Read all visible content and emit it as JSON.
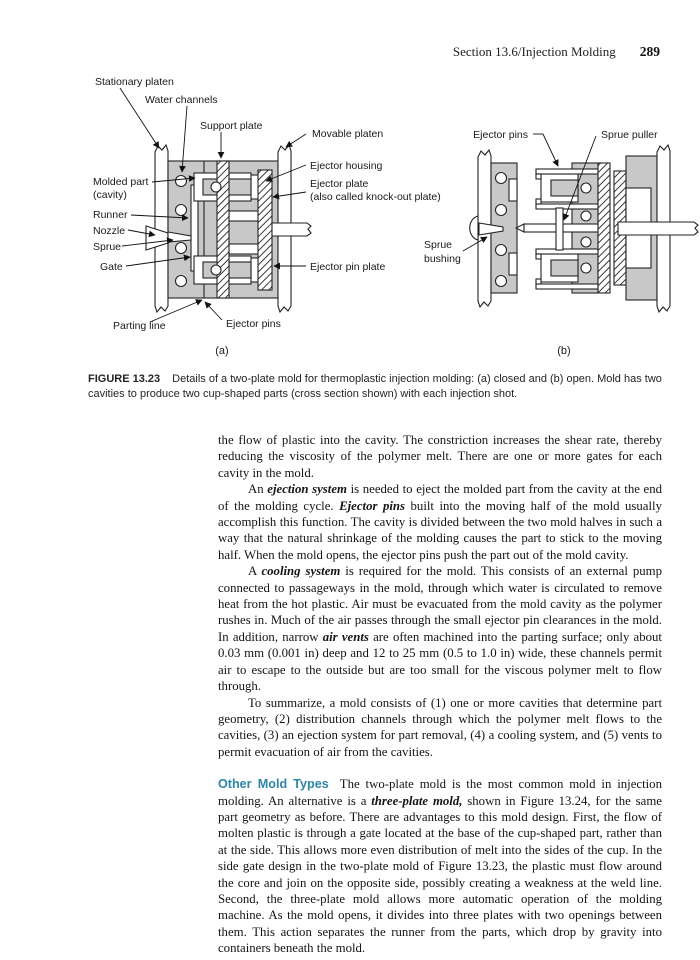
{
  "header": {
    "section_title": "Section 13.6/Injection Molding",
    "page_number": "289"
  },
  "figure": {
    "a": {
      "stationary_platen": "Stationary platen",
      "water_channels": "Water channels",
      "support_plate": "Support plate",
      "movable_platen": "Movable platen",
      "ejector_housing": "Ejector housing",
      "molded_part_1": "Molded part",
      "molded_part_2": "(cavity)",
      "ejector_plate_1": "Ejector plate",
      "ejector_plate_2": "(also called knock-out plate)",
      "runner": "Runner",
      "nozzle": "Nozzle",
      "sprue": "Sprue",
      "gate": "Gate",
      "ejector_pin_plate": "Ejector pin plate",
      "parting_line": "Parting line",
      "ejector_pins": "Ejector pins",
      "tag": "(a)"
    },
    "b": {
      "ejector_pins": "Ejector pins",
      "sprue_puller": "Sprue puller",
      "sprue_bushing_1": "Sprue",
      "sprue_bushing_2": "bushing",
      "tag": "(b)"
    },
    "caption": {
      "tag": "FIGURE 13.23",
      "text": "Details of a two-plate mold for thermoplastic injection molding: (a) closed and (b) open.  Mold has two cavities to produce two cup-shaped parts (cross section shown) with each injection shot."
    }
  },
  "body": {
    "p1": "the flow of plastic into the cavity.  The constriction increases the shear rate, thereby reducing the viscosity of the polymer melt. There are one or more gates for each cavity in the mold.",
    "p2": {
      "r1": "An ",
      "r2": "ejection system",
      "r3": " is needed to eject the molded part from the cavity at the end of the molding cycle. ",
      "r4": "Ejector pins",
      "r5": " built into the moving half of the mold usually accomplish this function. The cavity is divided between the two mold halves in such a way that the natural shrinkage of the molding causes the part to stick to the moving half. When the mold opens, the ejector pins push the part out of the mold cavity."
    },
    "p3": {
      "r1": "A ",
      "r2": "cooling system",
      "r3": " is required for the mold. This consists of an external pump connected to passageways in the mold, through which water is circulated to remove heat from the hot plastic. Air must be evacuated from the mold cavity as the polymer rushes in. Much of the air passes through the small ejector pin clearances in the mold. In addition, narrow ",
      "r4": "air vents",
      "r5": " are often machined into the parting surface; only about 0.03 mm (0.001 in) deep and 12 to 25 mm (0.5 to 1.0 in) wide, these channels permit air to escape to the outside but are too small for the viscous polymer melt to flow through."
    },
    "p4": "To summarize, a mold consists of (1) one or more cavities that determine part geometry, (2) distribution channels through which the polymer melt flows to the cavities, (3) an ejection system for part removal, (4) a cooling system, and (5) vents to permit evacuation of air from the cavities.",
    "p5": {
      "heading": "Other Mold Types",
      "r1": "The two-plate mold is the most common mold in injection molding. An alternative is a ",
      "r2": "three-plate mold,",
      "r3": " shown in Figure 13.24, for the same part geometry as before. There are advantages to this mold design. First, the flow of molten plastic is through a gate located at the base of the cup-shaped part, rather than at the side. This allows more even distribution of melt into the sides of the cup. In the side gate design in the two-plate mold of Figure 13.23, the plastic must flow around the core and join on the opposite side, possibly creating a weakness at the weld line. Second, the three-plate mold allows more automatic operation of the molding machine. As the mold opens, it divides into three plates with two openings between them. This action separates the runner from the parts, which drop by gravity into containers beneath the mold."
    }
  },
  "colors": {
    "heading_accent": "#2e86a8",
    "diagram_gray": "#c8c8c8",
    "ink": "#1a1a1a"
  }
}
